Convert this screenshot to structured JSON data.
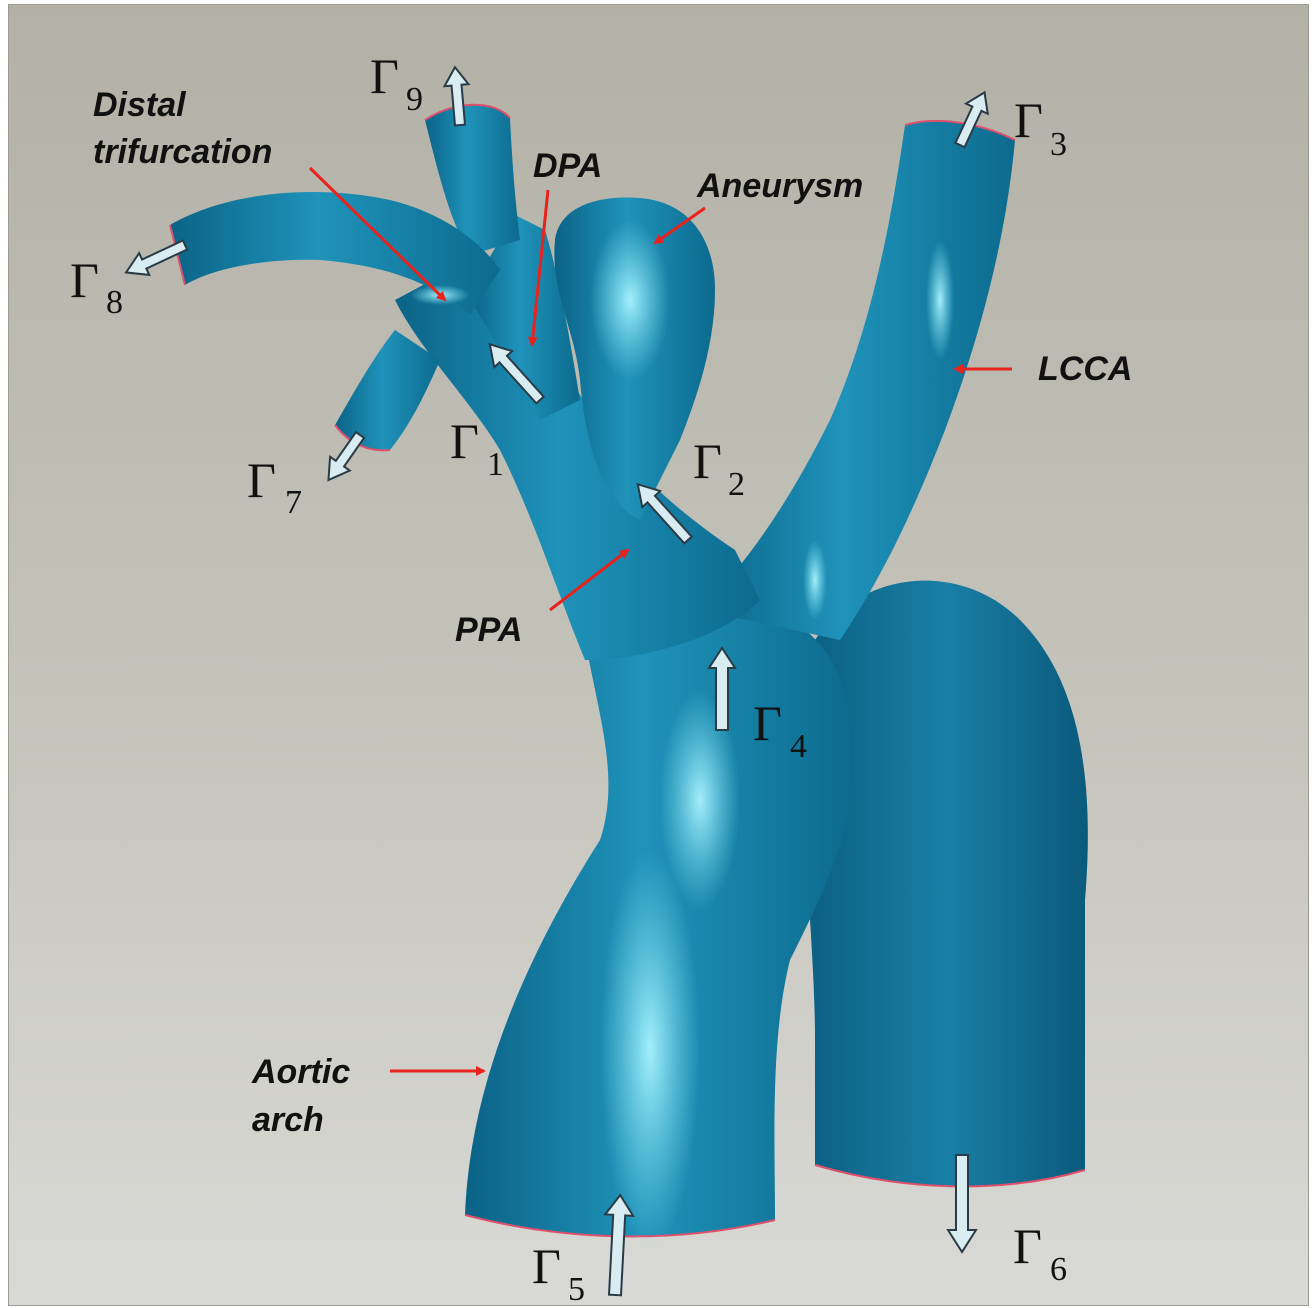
{
  "colors": {
    "vessel": "#1e8bb3",
    "vessel_dark": "#0f6d92",
    "highlight": "#7fe4f4",
    "pointer": "#e8231d",
    "flow_arrow_fill": "#d8ecf2",
    "flow_arrow_stroke": "#2a3b45",
    "outlet_rim": "#e0506a"
  },
  "labels": {
    "distal_line1": "Distal",
    "distal_line2": "trifurcation",
    "dpa": "DPA",
    "aneurysm": "Aneurysm",
    "lcca": "LCCA",
    "ppa": "PPA",
    "aortic_line1": "Aortic",
    "aortic_line2": "arch"
  },
  "boundaries": [
    {
      "symbol": "Γ",
      "sub": "1"
    },
    {
      "symbol": "Γ",
      "sub": "2"
    },
    {
      "symbol": "Γ",
      "sub": "3"
    },
    {
      "symbol": "Γ",
      "sub": "4"
    },
    {
      "symbol": "Γ",
      "sub": "5"
    },
    {
      "symbol": "Γ",
      "sub": "6"
    },
    {
      "symbol": "Γ",
      "sub": "7"
    },
    {
      "symbol": "Γ",
      "sub": "8"
    },
    {
      "symbol": "Γ",
      "sub": "9"
    }
  ]
}
